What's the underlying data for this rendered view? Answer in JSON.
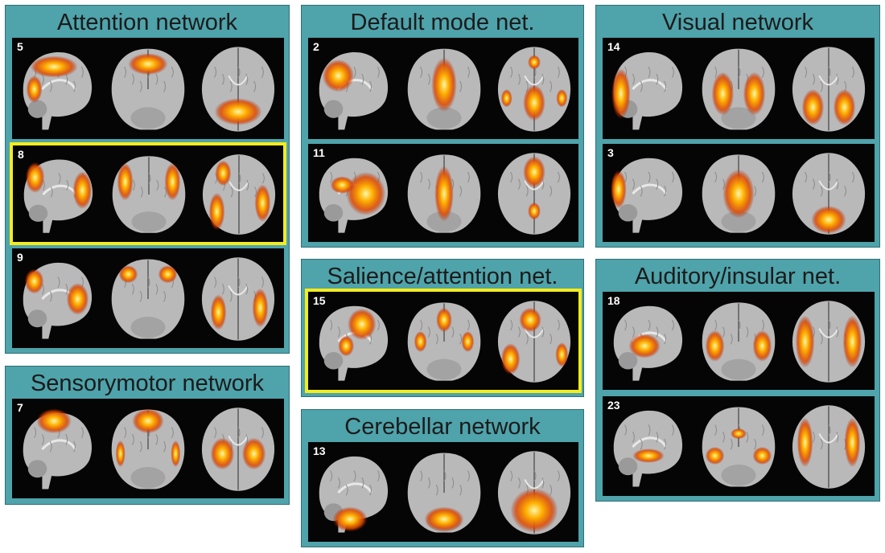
{
  "groups": {
    "attention": {
      "title": "Attention network",
      "panels": [
        "5",
        "8",
        "9"
      ]
    },
    "default_mode": {
      "title": "Default mode net.",
      "panels": [
        "2",
        "11"
      ]
    },
    "visual": {
      "title": "Visual network",
      "panels": [
        "14",
        "3"
      ]
    },
    "salience": {
      "title": "Salience/attention net.",
      "panels": [
        "15"
      ]
    },
    "auditory": {
      "title": "Auditory/insular net.",
      "panels": [
        "18",
        "23"
      ]
    },
    "sensorimotor": {
      "title": "Sensorymotor network",
      "panels": [
        "7"
      ]
    },
    "cerebellar": {
      "title": "Cerebellar network",
      "panels": [
        "13"
      ]
    }
  },
  "highlighted_components": [
    "8",
    "15"
  ],
  "colors": {
    "group_background": "#4fa3ab",
    "panel_background": "#050505",
    "highlight_border": "#f4ec1f",
    "brain_tissue": "#b9b9b9",
    "activation": "#ff8c00"
  }
}
